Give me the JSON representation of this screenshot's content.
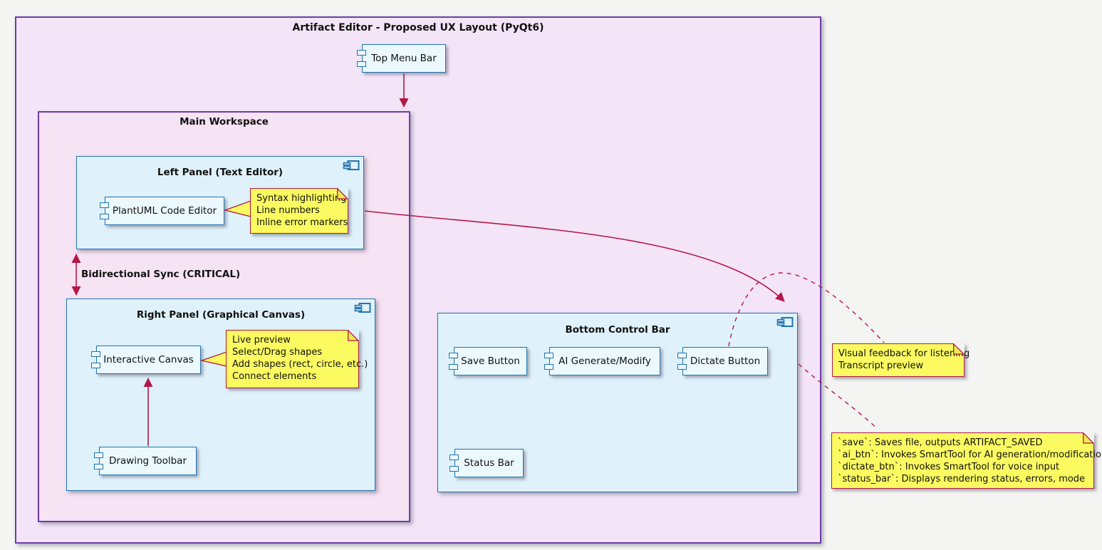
{
  "diagram": {
    "title": "Artifact Editor - Proposed UX Layout (PyQt6)",
    "colors": {
      "package_border": "#6B3FA8",
      "package_fill": "#F4E4F7",
      "workspace_fill": "#F6E3F4",
      "component_border": "#2374AE",
      "component_fill": "#DFF2FB",
      "component_inner_fill": "#EBF8FE",
      "note_fill": "#FBFB61",
      "note_border": "#B51747",
      "arrow": "#B51747",
      "page_bg": "#F4F4F2"
    }
  },
  "top_menu_bar": {
    "label": "Top Menu Bar"
  },
  "main_workspace": {
    "title": "Main Workspace",
    "sync_label": "Bidirectional Sync (CRITICAL)",
    "left_panel": {
      "title": "Left Panel (Text Editor)",
      "editor_label": "PlantUML Code Editor",
      "note_lines": [
        "Syntax highlighting",
        "Line numbers",
        "Inline error markers"
      ]
    },
    "right_panel": {
      "title": "Right Panel (Graphical Canvas)",
      "canvas_label": "Interactive Canvas",
      "note_lines": [
        "Live preview",
        "Select/Drag shapes",
        "Add shapes (rect, circle, etc.)",
        "Connect elements"
      ],
      "toolbar_label": "Drawing Toolbar"
    }
  },
  "bottom_control_bar": {
    "title": "Bottom Control Bar",
    "save_label": "Save Button",
    "ai_label": "AI Generate/Modify",
    "dictate_label": "Dictate Button",
    "status_label": "Status Bar"
  },
  "notes": {
    "dictation_feedback": [
      "Visual feedback for listening",
      "Transcript preview"
    ],
    "control_behaviors": [
      "`save`: Saves file, outputs ARTIFACT_SAVED",
      "`ai_btn`: Invokes SmartTool for AI generation/modification",
      "`dictate_btn`: Invokes SmartTool for voice input",
      "`status_bar`: Displays rendering status, errors, mode"
    ]
  }
}
